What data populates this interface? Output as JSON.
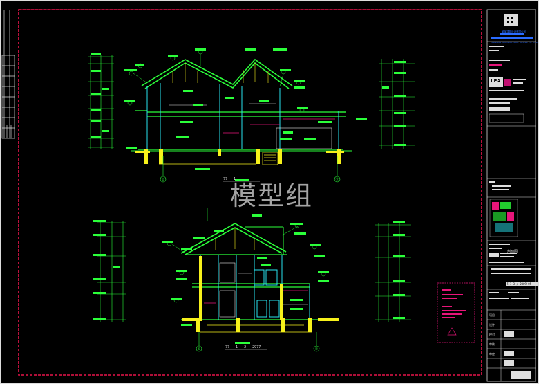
{
  "watermark": "模型组",
  "drawing": {
    "section_upper_label": "77 - 1",
    "section_lower_label": "77 - 1 - 2 - 2977",
    "grid_left_upper": "①",
    "grid_right_upper": "⑪",
    "grid_left_lower": "①",
    "grid_right_lower": "⑤"
  },
  "title_block": {
    "company_cn": "某某建筑设计有限公司",
    "company_en": "SHANGHAI ARCHITECTURAL DESIGN CO.,LTD",
    "logo_text": "LPA",
    "drawing_name": "剖面图",
    "drawing_no": "Z-1-3 / 2009-05",
    "row_labels": [
      "项目",
      "设计",
      "校对",
      "审核",
      "审定"
    ]
  },
  "colors": {
    "frame_red": "#e8144b",
    "line_green": "#2bff3a",
    "line_yellow": "#f7f11b",
    "line_cyan": "#29e3f0",
    "line_magenta": "#e8157a",
    "line_white": "#e6e6e6"
  }
}
